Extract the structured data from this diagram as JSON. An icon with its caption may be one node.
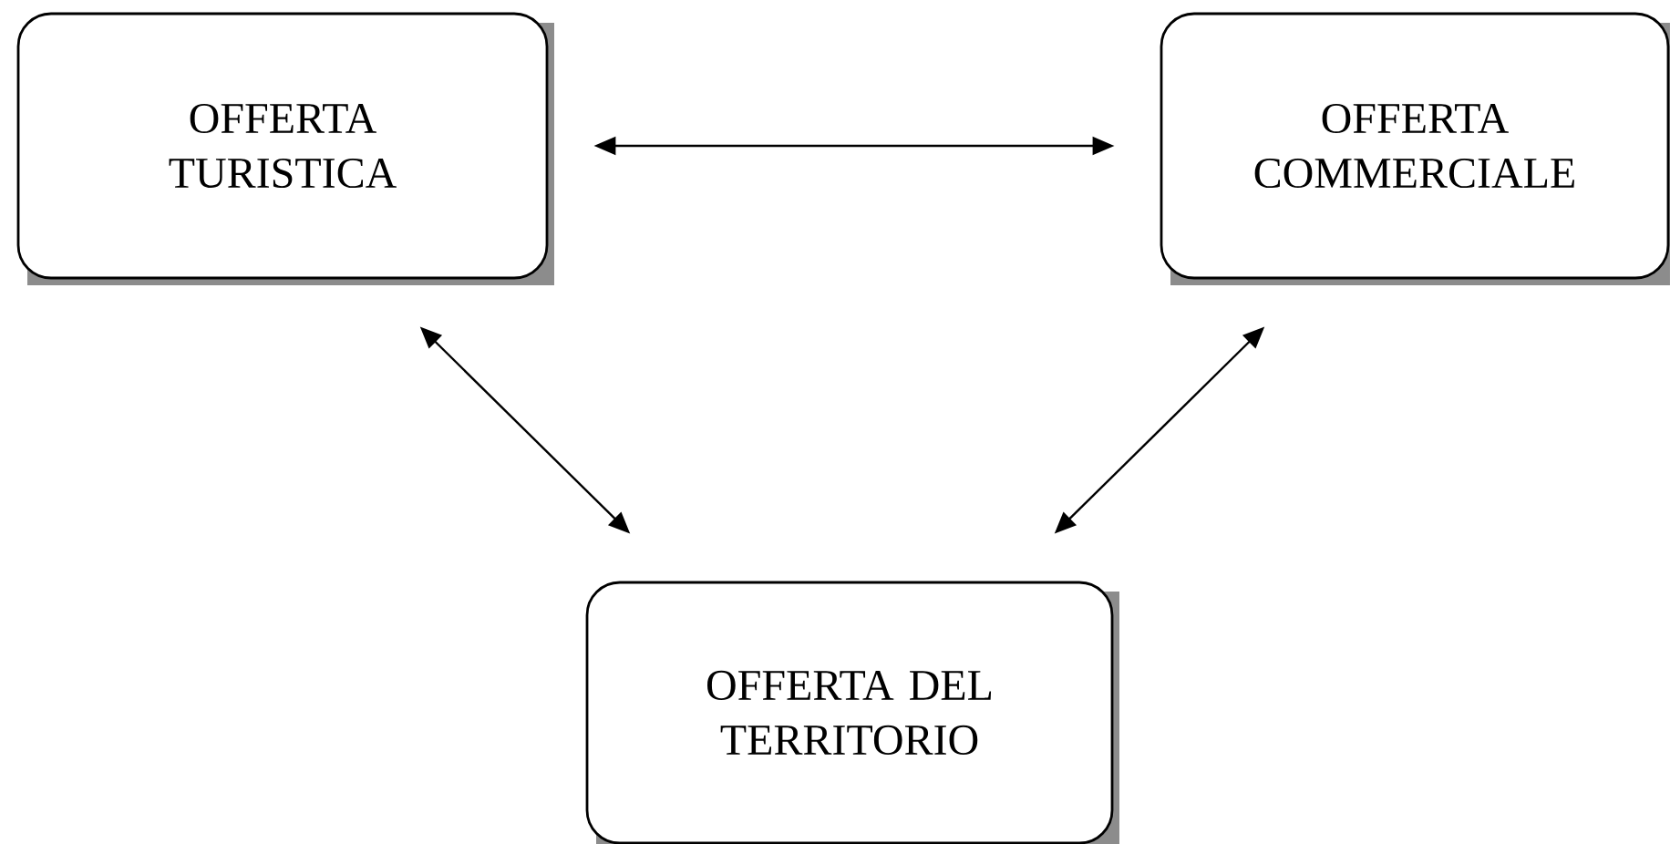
{
  "diagram": {
    "nodes": [
      {
        "text": [
          "OFFERTA TURISTICA"
        ]
      },
      {
        "text": [
          "OFFERTA COMMERCIALE"
        ]
      },
      {
        "text": [
          "OFFERTA DEL TERRITORIO"
        ]
      }
    ],
    "edges": [
      {
        "from": 0,
        "to": 1,
        "arrow": "both"
      },
      {
        "from": 0,
        "to": 2,
        "arrow": "both"
      },
      {
        "from": 1,
        "to": 2,
        "arrow": "both"
      }
    ]
  }
}
